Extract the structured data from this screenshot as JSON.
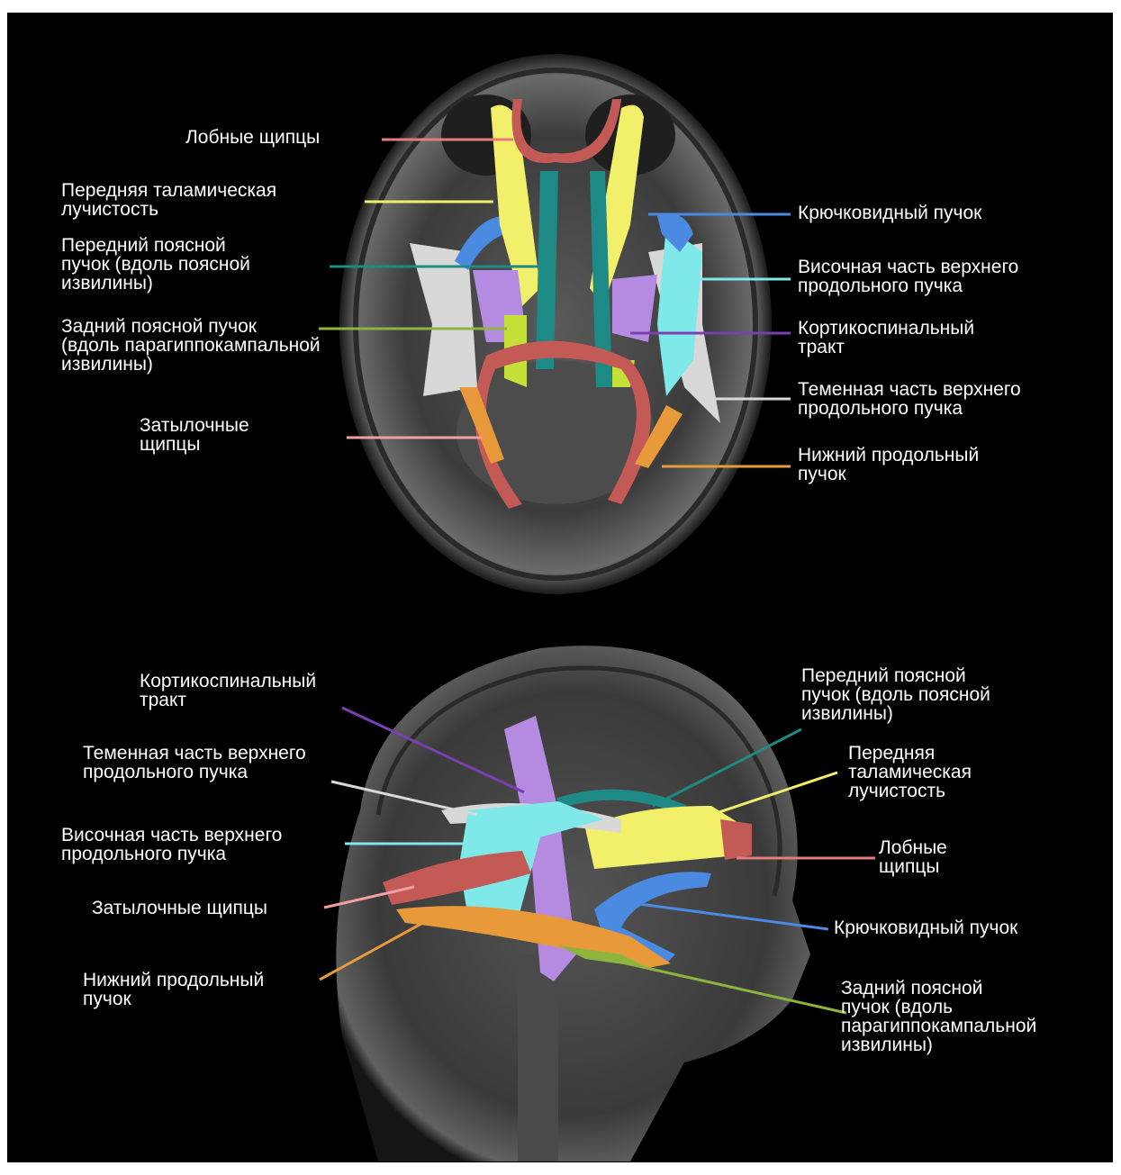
{
  "colors": {
    "frontal_forceps": "#e57c7c",
    "anterior_thalamic": "#f2ef6a",
    "cingulum_cingulate": "#1e8a85",
    "cingulum_hippocampal": "#8db43c",
    "occipital_forceps": "#f0a0a0",
    "uncinate": "#4a8ae0",
    "slf_temporal": "#7fe8e8",
    "corticospinal": "#7a3fb0",
    "slf_parietal": "#d8d8d8",
    "ilf": "#e89a3a"
  },
  "axial": {
    "left": [
      {
        "id": "frontal-forceps",
        "text": "Лобные щипцы"
      },
      {
        "id": "anterior-thalamic",
        "text": "Передняя таламическая\nлучистость"
      },
      {
        "id": "cingulum-cingulate",
        "text": "Передний поясной\nпучок (вдоль поясной\nизвилины)"
      },
      {
        "id": "cingulum-hippocampal",
        "text": "Задний поясной пучок\n(вдоль парагиппокампальной\nизвилины)"
      },
      {
        "id": "occipital-forceps",
        "text": "Затылочные\nщипцы"
      }
    ],
    "right": [
      {
        "id": "uncinate",
        "text": "Крючковидный пучок"
      },
      {
        "id": "slf-temporal",
        "text": "Височная часть верхнего\nпродольного пучка"
      },
      {
        "id": "corticospinal",
        "text": "Кортикоспинальный\nтракт"
      },
      {
        "id": "slf-parietal",
        "text": "Теменная часть верхнего\nпродольного пучка"
      },
      {
        "id": "ilf",
        "text": "Нижний продольный\nпучок"
      }
    ]
  },
  "sagittal": {
    "left": [
      {
        "id": "corticospinal",
        "text": "Кортикоспинальный\nтракт"
      },
      {
        "id": "slf-parietal",
        "text": "Теменная часть верхнего\nпродольного пучка"
      },
      {
        "id": "slf-temporal",
        "text": "Височная часть верхнего\nпродольного пучка"
      },
      {
        "id": "occipital-forceps",
        "text": "Затылочные щипцы"
      },
      {
        "id": "ilf",
        "text": "Нижний продольный\nпучок"
      }
    ],
    "right": [
      {
        "id": "cingulum-cingulate",
        "text": "Передний поясной\nпучок (вдоль поясной\nизвилины)"
      },
      {
        "id": "anterior-thalamic",
        "text": "Передняя\nталамическая\nлучистость"
      },
      {
        "id": "frontal-forceps",
        "text": "Лобные\nщипцы"
      },
      {
        "id": "uncinate",
        "text": "Крючковидный пучок"
      },
      {
        "id": "cingulum-hippocampal",
        "text": "Задний поясной\nпучок (вдоль\nпарагиппокампальной\nизвилины)"
      }
    ]
  }
}
